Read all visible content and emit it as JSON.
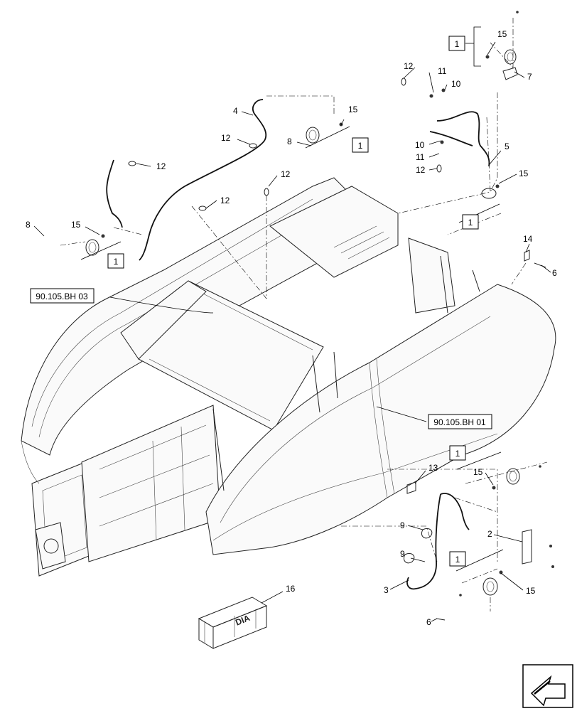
{
  "callouts": {
    "c2": "2",
    "c3": "3",
    "c4": "4",
    "c5": "5",
    "c6a": "6",
    "c6b": "6",
    "c7": "7",
    "c8a": "8",
    "c8b": "8",
    "c9a": "9",
    "c9b": "9",
    "c10a": "10",
    "c10b": "10",
    "c11a": "11",
    "c11b": "11",
    "c12a": "12",
    "c12b": "12",
    "c12c": "12",
    "c12d": "12",
    "c12e": "12",
    "c12f": "12",
    "c13": "13",
    "c14": "14",
    "c15a": "15",
    "c15b": "15",
    "c15c": "15",
    "c15d": "15",
    "c15e": "15",
    "c15f": "15",
    "c16": "16"
  },
  "kit_boxes": {
    "k1": "1",
    "k2": "1",
    "k3": "1",
    "k4": "1",
    "k5": "1",
    "k6": "1"
  },
  "references": {
    "ref_left": "90.105.BH 03",
    "ref_right": "90.105.BH 01"
  },
  "crate_label": "DIA",
  "icons": {
    "nav": "view-direction-arrow-icon"
  }
}
